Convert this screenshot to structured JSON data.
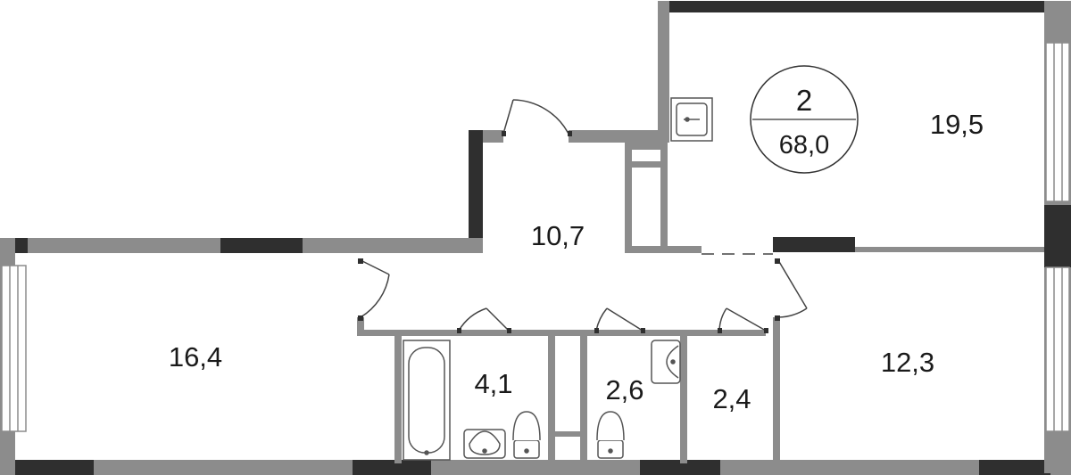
{
  "plan": {
    "rooms_count": "2",
    "total_area": "68,0",
    "rooms": [
      {
        "id": "room-large",
        "area": "19,5"
      },
      {
        "id": "hall",
        "area": "10,7"
      },
      {
        "id": "room-left",
        "area": "16,4"
      },
      {
        "id": "bathroom",
        "area": "4,1"
      },
      {
        "id": "toilet",
        "area": "2,6"
      },
      {
        "id": "storage",
        "area": "2,4"
      },
      {
        "id": "kitchen",
        "area": "12,3"
      }
    ]
  },
  "colors": {
    "wall": "#8c8c8c",
    "wall_dark": "#2f2f2f",
    "line": "#444444",
    "fixture": "#555555"
  }
}
